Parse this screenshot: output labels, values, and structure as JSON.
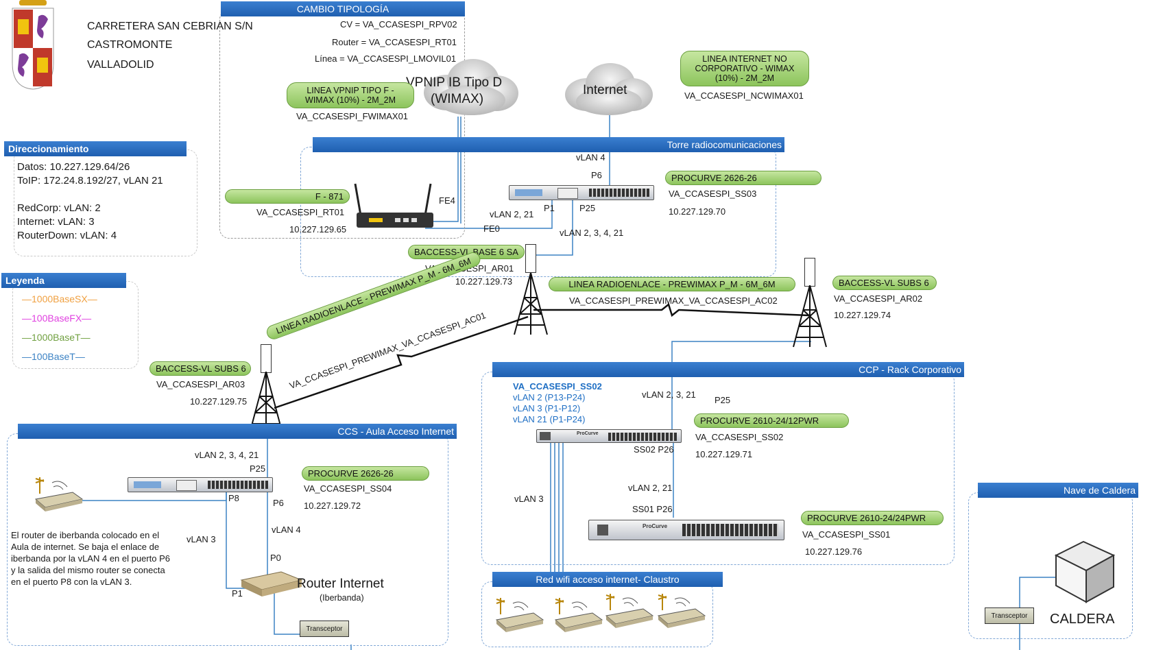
{
  "header": {
    "address": [
      "CARRETERA SAN CEBRIAN S/N",
      "CASTROMONTE",
      "VALLADOLID"
    ]
  },
  "cambio": {
    "title": "CAMBIO TIPOLOGÍA",
    "lines": [
      "CV = VA_CCASESPI_RPV02",
      "Router = VA_CCASESPI_RT01",
      "Línea = VA_CCASESPI_LMOVIL01"
    ]
  },
  "clouds": {
    "vpnip": "VPNIP IB Tipo D",
    "vpnip_sub": "(WIMAX)",
    "internet": "Internet"
  },
  "lines_pills": {
    "vpnip_line": "LINEA VPNIP TIPO F - WIMAX (10%) - 2M_2M",
    "vpnip_id": "VA_CCASESPI_FWIMAX01",
    "internet_line": "LINEA INTERNET NO CORPORATIVO - WIMAX (10%) - 2M_2M",
    "internet_id": "VA_CCASESPI_NCWIMAX01"
  },
  "direccionamiento": {
    "title": "Direccionamiento",
    "lines": [
      "Datos: 10.227.129.64/26",
      "ToIP: 172.24.8.192/27, vLAN 21",
      "",
      "RedCorp: vLAN: 2",
      "Internet: vLAN: 3",
      "RouterDown: vLAN: 4"
    ]
  },
  "leyenda": {
    "title": "Leyenda",
    "items": [
      {
        "label": "1000BaseSX",
        "color": "#f0a040"
      },
      {
        "label": "100BaseFX",
        "color": "#e040e0"
      },
      {
        "label": "1000BaseT",
        "color": "#70a040"
      },
      {
        "label": "100BaseT",
        "color": "#3b82c4"
      }
    ]
  },
  "torre": {
    "title": "Torre radiocomunicaciones",
    "router_model": "F - 871",
    "router_name": "VA_CCASESPI_RT01",
    "router_ip": "10.227.129.65",
    "fe4": "FE4",
    "fe0": "FE0",
    "vlan_221": "vLAN 2, 21",
    "vlan4": "vLAN 4",
    "p6": "P6",
    "p1": "P1",
    "p25": "P25",
    "vlan_23421": "vLAN 2, 3, 4, 21",
    "switch_model": "PROCURVE 2626-26",
    "switch_name": "VA_CCASESPI_SS03",
    "switch_ip": "10.227.129.70"
  },
  "ar01": {
    "model": "BACCESS-VL BASE 6 SA",
    "name": "VA_CCASESPI_AR01",
    "ip": "10.227.129.73"
  },
  "ar02": {
    "model": "BACCESS-VL SUBS 6",
    "name": "VA_CCASESPI_AR02",
    "ip": "10.227.129.74"
  },
  "ar03": {
    "model": "BACCESS-VL SUBS 6",
    "name": "VA_CCASESPI_AR03",
    "ip": "10.227.129.75"
  },
  "radio_ac02": {
    "line": "LINEA RADIOENLACE - PREWIMAX P_M - 6M_6M",
    "id": "VA_CCASESPI_PREWIMAX_VA_CCASESPI_AC02"
  },
  "radio_ac01": {
    "line": "LINEA RADIOENLACE - PREWIMAX P_M - 6M_6M",
    "id": "VA_CCASESPI_PREWIMAX_VA_CCASESPI_AC01"
  },
  "ccp": {
    "title": "CCP - Rack Corporativo",
    "ss02_title": "VA_CCASESPI_SS02",
    "ss02_vlans": [
      "vLAN 2 (P13-P24)",
      "vLAN 3 (P1-P12)",
      "vLAN 21 (P1-P24)"
    ],
    "vlan_2321": "vLAN 2, 3, 21",
    "p25": "P25",
    "ss02_p26": "SS02 P26",
    "vlan_221": "vLAN 2, 21",
    "ss01_p26": "SS01 P26",
    "vlan3": "vLAN 3",
    "ss02_model": "PROCURVE 2610-24/12PWR",
    "ss02_name": "VA_CCASESPI_SS02",
    "ss02_ip": "10.227.129.71",
    "ss01_model": "PROCURVE 2610-24/24PWR",
    "ss01_name": "VA_CCASESPI_SS01",
    "ss01_ip": "10.227.129.76",
    "ss02_brand": "ProCurve",
    "ss01_brand": "ProCurve"
  },
  "ccs": {
    "title": "CCS - Aula Acceso Internet",
    "vlan_23421": "vLAN 2, 3, 4, 21",
    "p25": "P25",
    "p8": "P8",
    "p6": "P6",
    "vlan4": "vLAN 4",
    "vlan3": "vLAN 3",
    "p0": "P0",
    "p1": "P1",
    "router_label": "Router Internet",
    "router_sub": "(Iberbanda)",
    "transceptor": "Transceptor",
    "switch_model": "PROCURVE 2626-26",
    "switch_name": "VA_CCASESPI_SS04",
    "switch_ip": "10.227.129.72",
    "note": "El router de iberbanda colocado en el Aula de internet. Se baja el enlace de iberbanda por la vLAN 4 en el puerto P6 y la salida del mismo router se conecta en el puerto P8 con la vLAN 3."
  },
  "wifi": {
    "title": "Red wifi acceso internet- Claustro"
  },
  "caldera": {
    "title": "Nave de Caldera",
    "label": "CALDERA",
    "transceptor": "Transceptor"
  }
}
